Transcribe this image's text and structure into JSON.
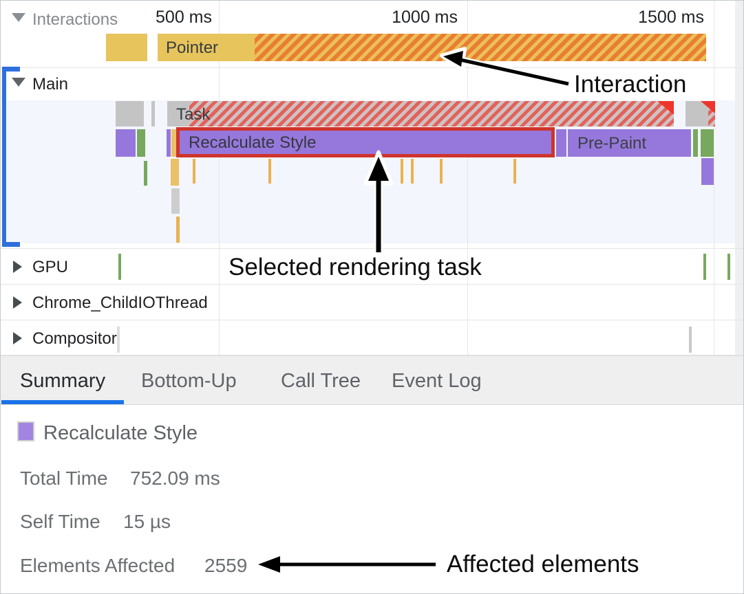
{
  "ruler": {
    "ticks": [
      "500 ms",
      "1000 ms",
      "1500 ms"
    ]
  },
  "tracks": {
    "interactions": {
      "label": "Interactions",
      "pointer_label": "Pointer"
    },
    "main": {
      "label": "Main",
      "task_label": "Task",
      "recalc_label": "Recalculate Style",
      "prepaint_label": "Pre-Paint"
    },
    "gpu": {
      "label": "GPU"
    },
    "childio": {
      "label": "Chrome_ChildIOThread"
    },
    "compositor": {
      "label": "Compositor"
    }
  },
  "tabs": [
    {
      "label": "Summary",
      "active": true
    },
    {
      "label": "Bottom-Up",
      "active": false
    },
    {
      "label": "Call Tree",
      "active": false
    },
    {
      "label": "Event Log",
      "active": false
    }
  ],
  "summary": {
    "title": "Recalculate Style",
    "rows": [
      {
        "label": "Total Time",
        "value": "752.09 ms"
      },
      {
        "label": "Self Time",
        "value": "15 µs"
      },
      {
        "label": "Elements Affected",
        "value": "2559"
      }
    ]
  },
  "annotations": {
    "interaction": "Interaction",
    "selected_task": "Selected rendering task",
    "affected": "Affected elements"
  },
  "colors": {
    "interaction_yellow": "#e7c45c",
    "interaction_hatch_orange": "#e97e33",
    "task_gray": "#c4c4c4",
    "task_hatch_red": "#e2625c",
    "rendering_purple": "#9678dc",
    "painting_green": "#77a85e",
    "scheduled_orange": "#eab152",
    "selection_red": "#cf342b",
    "accent_blue": "#1a73e8",
    "tabbar_gray": "#efefef"
  }
}
